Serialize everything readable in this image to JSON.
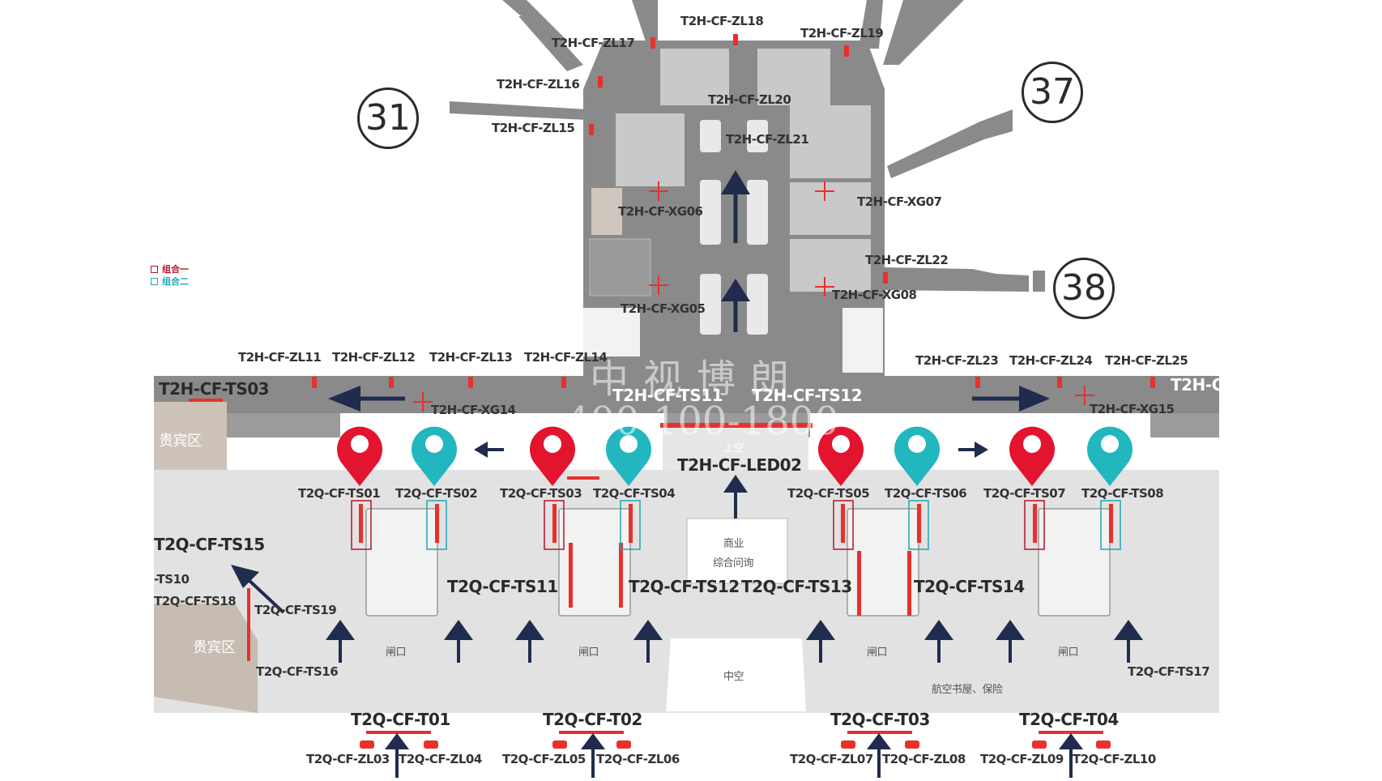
{
  "legend": [
    {
      "label": "组合一",
      "color": "#b5122b"
    },
    {
      "label": "组合二",
      "color": "#1aa7b6"
    }
  ],
  "watermark": {
    "line1": "中视博朗",
    "line2": "400-100-1800"
  },
  "gates": [
    "31",
    "37",
    "38"
  ],
  "colors": {
    "floor_dark": "#8a8a8a",
    "floor_light": "#e2e2e2",
    "ad_red": "#e8302c",
    "pin_red": "#e3142e",
    "pin_teal": "#22b6bf",
    "arrow_navy": "#1f2c4d"
  },
  "pier_labels": {
    "zl17": "T2H-CF-ZL17",
    "zl18": "T2H-CF-ZL18",
    "zl19": "T2H-CF-ZL19",
    "zl16": "T2H-CF-ZL16",
    "zl15": "T2H-CF-ZL15",
    "zl20": "T2H-CF-ZL20",
    "zl21": "T2H-CF-ZL21",
    "xg06": "T2H-CF-XG06",
    "xg07": "T2H-CF-XG07",
    "zl22": "T2H-CF-ZL22",
    "xg05": "T2H-CF-XG05",
    "xg08": "T2H-CF-XG08"
  },
  "corridor_labels": {
    "zl11": "T2H-CF-ZL11",
    "zl12": "T2H-CF-ZL12",
    "zl13": "T2H-CF-ZL13",
    "zl14": "T2H-CF-ZL14",
    "zl23": "T2H-CF-ZL23",
    "zl24": "T2H-CF-ZL24",
    "zl25": "T2H-CF-ZL25",
    "ts03": "T2H-CF-TS03",
    "ts11": "T2H-CF-TS11",
    "ts12": "T2H-CF-TS12",
    "xg14": "T2H-CF-XG14",
    "xg15": "T2H-CF-XG15",
    "cut": "T2H-C",
    "led02": "T2H-CF-LED02",
    "void_top": "上空",
    "vip_top": "贵宾区"
  },
  "ts_labels": [
    "T2Q-CF-TS01",
    "T2Q-CF-TS02",
    "T2Q-CF-TS03",
    "T2Q-CF-TS04",
    "T2Q-CF-TS05",
    "T2Q-CF-TS06",
    "T2Q-CF-TS07",
    "T2Q-CF-TS08"
  ],
  "hall_labels": {
    "ts15": "T2Q-CF-TS15",
    "ts10": "-TS10",
    "ts18": "T2Q-CF-TS18",
    "ts19": "T2Q-CF-TS19",
    "ts16": "T2Q-CF-TS16",
    "ts17": "T2Q-CF-TS17",
    "ts11": "T2Q-CF-TS11",
    "ts12": "T2Q-CF-TS12",
    "ts13": "T2Q-CF-TS13",
    "ts14": "T2Q-CF-TS14",
    "vip_bottom": "贵宾区",
    "business": "商业",
    "business2": "综合问询",
    "gate_area": "闸口",
    "void": "中空",
    "books": "航空书屋、保险",
    "shop": "航空书屋、保险"
  },
  "bottom_t": [
    "T2Q-CF-T01",
    "T2Q-CF-T02",
    "T2Q-CF-T03",
    "T2Q-CF-T04"
  ],
  "bottom_zl": [
    "T2Q-CF-ZL03",
    "T2Q-CF-ZL04",
    "T2Q-CF-ZL05",
    "T2Q-CF-ZL06",
    "T2Q-CF-ZL07",
    "T2Q-CF-ZL08",
    "T2Q-CF-ZL09",
    "T2Q-CF-ZL10"
  ]
}
